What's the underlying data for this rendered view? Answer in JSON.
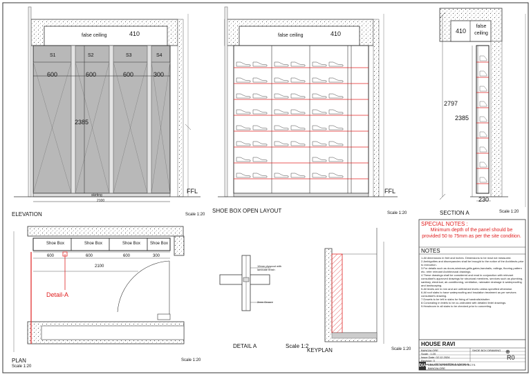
{
  "elevation": {
    "label": "ELEVATION",
    "scale": "Scale 1:20",
    "ceiling_text": "false ceiling",
    "ceiling_dim": "410",
    "shutters": [
      "S1",
      "S2",
      "S3",
      "S4"
    ],
    "widths": [
      "600",
      "600",
      "600",
      "300"
    ],
    "height": "2385",
    "skirting": "skirting",
    "total": "2100",
    "ffl": "FFL"
  },
  "open_layout": {
    "label": "SHOE BOX OPEN LAYOUT",
    "scale": "Scale 1:20",
    "ceiling_text": "false ceiling",
    "ceiling_dim": "410",
    "ffl": "FFL"
  },
  "section": {
    "label": "SECTION A",
    "scale": "Scale 1:20",
    "ceiling_text": "false ceiling",
    "ceiling_dim": "410",
    "total_height": "2797",
    "height": "2385",
    "depth": "230"
  },
  "plan": {
    "label": "PLAN",
    "scale": "Scale 1:20",
    "scale2": "Scale 1:20",
    "boxes": [
      "Shoe Box",
      "Shoe Box",
      "Shoe Box",
      "Shoe Box"
    ],
    "widths": [
      "600",
      "600",
      "600",
      "300"
    ],
    "total": "2100",
    "detail_ref": "Detail-A"
  },
  "detail": {
    "label": "DETAIL A",
    "scale": "Scale 1:2",
    "note1": "19mm plywood with laminate finish",
    "note2": "2mm Groove"
  },
  "keyplan": {
    "label": "KEYPLAN",
    "scale": "Scale 1:20"
  },
  "special_notes": {
    "title": "SPECIAL NOTES :",
    "body": "Minimum depth of the panel should be provided 50 to 75mm as per the site condition."
  },
  "notes": {
    "title": "NOTES",
    "items": [
      "1.All dimensions in feet and inches. Dimensions to be read not measured.",
      "2.Ambiguities and discrepancies shall be brought to the notice of the Architects prior to execution.",
      "3.For details such as doors,windows,grills,gates,handrails, railings, flooring pattern etc. refer relevant Architectural drawings.",
      "4.These drawings shall be considered and read in conjunction with relevant consultant's approved drawings for structural members, services such as plumbing, sanitary, electrical, air-conditioning, ventilation, rainwater drainage & waterproofing and landscaping.",
      "5.All levels are in mm and are unfinished levels unless specified otherwise.",
      "6.All roof slabs to have waterproofing and insulation treatment as per services consultant's drawing.",
      "7.Dowels to be left in slabs for fixing of handrails/shutter.",
      "8.Concealing in lintels to be co-ordinated with detailed lintel drawings.",
      "9.Headroom in all stairs to be checked prior to concreting."
    ]
  },
  "title_block": {
    "project": "HOUSE RAVI",
    "location": "BANGALORE",
    "drawing": "SHOE BOX DRAWING",
    "scale": "Scale : 1:20",
    "issue": "Issue Date: 02.12.2024",
    "revision_no": "Revision: 0",
    "drawn": "Drawn by: ARCHANAPPALA AJUVALA",
    "rev": "R0",
    "firm_logo": "DIA",
    "firm": "DESIGN INTEGRATED ARCHITECTS",
    "firm_address": "BANGALORE"
  }
}
